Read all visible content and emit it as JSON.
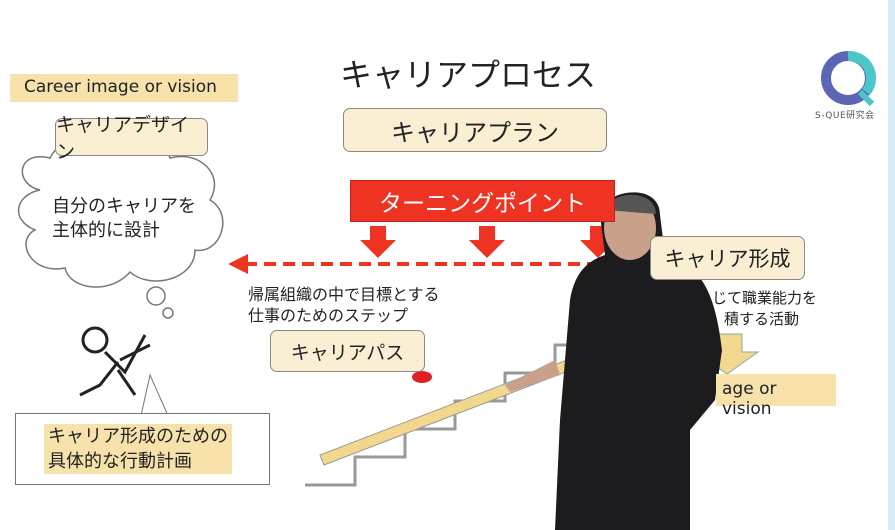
{
  "title": "キャリアプロセス",
  "career_image_top": "Career image or vision",
  "career_design": "キャリアデザイン",
  "cloud_text": [
    "自分のキャリアを",
    "主体的に設計"
  ],
  "career_plan": "キャリアプラン",
  "turning_point": "ターニングポイント",
  "career_formation": "キャリア形成",
  "career_path_desc": [
    "帰属組織の中で目標とする",
    "仕事のためのステップ"
  ],
  "career_path": "キャリアパス",
  "formation_desc": [
    "じて職業能力を",
    "積する活動"
  ],
  "career_image_bottom": "age or vision",
  "action_plan": [
    "キャリア形成のための",
    "具体的な行動計画"
  ],
  "logo": {
    "text": "S-QUE研究会",
    "colors": [
      "#5b66b5",
      "#4cc6c9"
    ]
  },
  "colors": {
    "accent_red": "#ee3322",
    "tan": "#f7e2ac",
    "box": "#fbefd3"
  }
}
